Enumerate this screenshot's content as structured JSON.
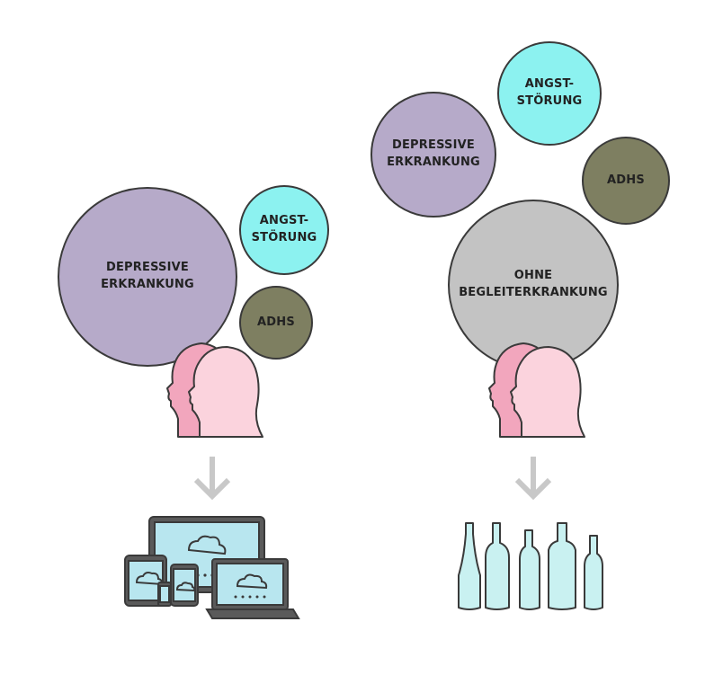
{
  "left_group": {
    "depressive": "DEPRESSIVE\nERKRANKUNG",
    "angst": "ANGST-\nSTÖRUNG",
    "adhs": "ADHS"
  },
  "right_group": {
    "depressive": "DEPRESSIVE\nERKRANKUNG",
    "angst": "ANGST-\nSTÖRUNG",
    "adhs": "ADHS",
    "ohne": "OHNE\nBEGLEITERKRANKUNG"
  },
  "colors": {
    "depressive": "#b6aac9",
    "angst": "#8cf2f0",
    "adhs": "#7e7f61",
    "ohne": "#c3c3c3",
    "head_back": "#f2a6bd",
    "head_front": "#fbd3dd",
    "arrow": "#c8c8c8",
    "device_screen": "#b8e6ef",
    "bottle": "#c9f1f1"
  },
  "icons": {
    "left_outcome": "devices-icon",
    "right_outcome": "bottles-icon"
  }
}
